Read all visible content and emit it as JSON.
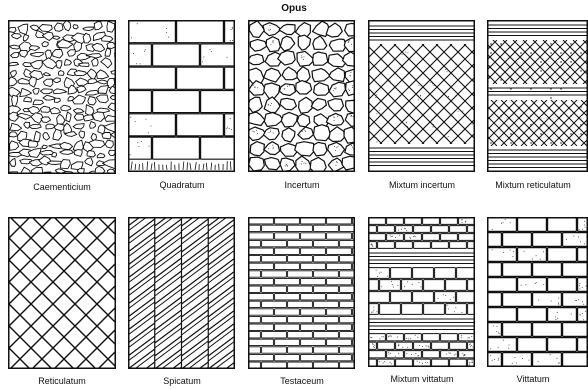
{
  "title": "Opus",
  "panels": [
    {
      "id": "caementicium",
      "label": "Caementicium"
    },
    {
      "id": "quadratum",
      "label": "Quadratum"
    },
    {
      "id": "incertum",
      "label": "Incertum"
    },
    {
      "id": "mixtum-incertum",
      "label": "Mixtum incertum"
    },
    {
      "id": "mixtum-reticulatum",
      "label": "Mixtum reticulatum"
    },
    {
      "id": "reticulatum",
      "label": "Reticulatum"
    },
    {
      "id": "spicatum",
      "label": "Spicatum"
    },
    {
      "id": "testaceum",
      "label": "Testaceum"
    },
    {
      "id": "mixtum-vittatum",
      "label": "Mixtum vittatum"
    },
    {
      "id": "vittatum",
      "label": "Vittatum"
    }
  ]
}
